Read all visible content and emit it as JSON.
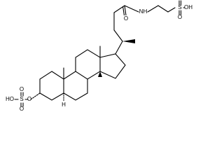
{
  "molecule": {
    "atom_labels": {
      "amide_nh": "NH",
      "amide_o": "O",
      "sulfonic_s": "S",
      "sulfonic_o_top": "O",
      "sulfonic_o_bottom": "O",
      "sulfonic_oh": "OH",
      "sulfate_ho": "HO",
      "sulfate_s": "S",
      "sulfate_o_top": "O",
      "sulfate_o_bottom": "O",
      "sulfate_o_link": "O",
      "h_5": "H"
    }
  }
}
